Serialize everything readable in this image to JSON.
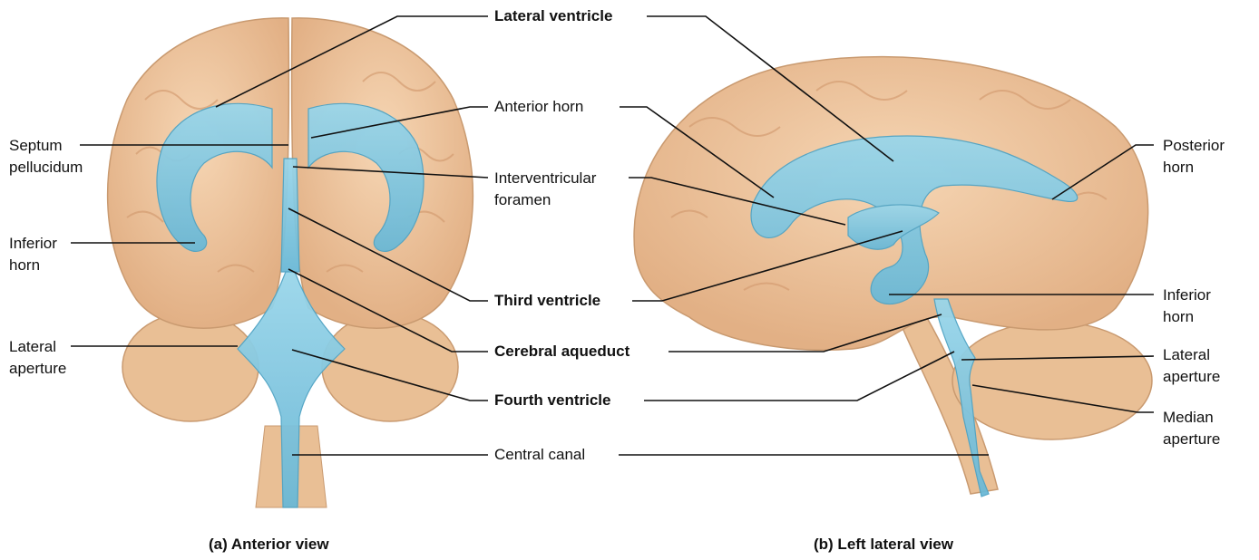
{
  "labels": {
    "lateral_ventricle": "Lateral ventricle",
    "anterior_horn": "Anterior horn",
    "interventricular_foramen_1": "Interventricular",
    "interventricular_foramen_2": "foramen",
    "third_ventricle": "Third ventricle",
    "cerebral_aqueduct": "Cerebral aqueduct",
    "fourth_ventricle": "Fourth ventricle",
    "central_canal": "Central canal",
    "septum_pellucidum_1": "Septum",
    "septum_pellucidum_2": "pellucidum",
    "inferior_horn_a_1": "Inferior",
    "inferior_horn_a_2": "horn",
    "lateral_aperture_a_1": "Lateral",
    "lateral_aperture_a_2": "aperture",
    "posterior_horn_1": "Posterior",
    "posterior_horn_2": "horn",
    "inferior_horn_b_1": "Inferior",
    "inferior_horn_b_2": "horn",
    "lateral_aperture_b_1": "Lateral",
    "lateral_aperture_b_2": "aperture",
    "median_aperture_1": "Median",
    "median_aperture_2": "aperture"
  },
  "captions": {
    "anterior": "(a) Anterior view",
    "lateral": "(b) Left lateral view"
  },
  "colors": {
    "brain": "#f2c9a0",
    "brain_shadow": "#d9a67a",
    "ventricle": "#7fc6de",
    "ventricle_edge": "#4fa3c4"
  }
}
